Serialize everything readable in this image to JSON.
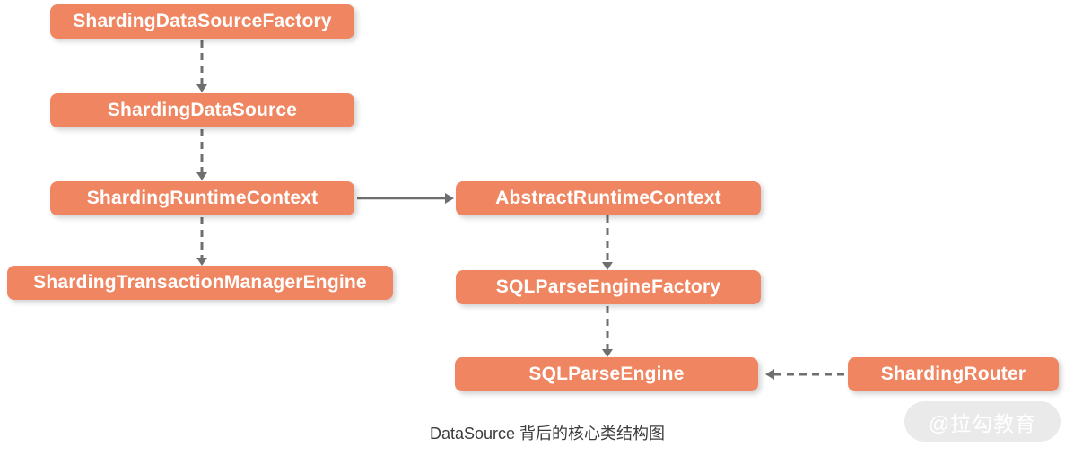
{
  "diagram": {
    "caption": "DataSource 背后的核心类结构图",
    "watermark": "@拉勾教育",
    "colors": {
      "node_fill": "#EF8661",
      "node_text": "#FFFFFF",
      "arrow": "#6F6F6F",
      "caption_text": "#3C3C3C",
      "watermark_bg": "#EAEAEA",
      "watermark_text": "#FFFFFF",
      "background": "#FFFFFF"
    },
    "nodes": [
      {
        "id": "sharding-data-source-factory",
        "label": "ShardingDataSourceFactory"
      },
      {
        "id": "sharding-data-source",
        "label": "ShardingDataSource"
      },
      {
        "id": "sharding-runtime-context",
        "label": "ShardingRuntimeContext"
      },
      {
        "id": "sharding-transaction-manager-engine",
        "label": "ShardingTransactionManagerEngine"
      },
      {
        "id": "abstract-runtime-context",
        "label": "AbstractRuntimeContext"
      },
      {
        "id": "sql-parse-engine-factory",
        "label": "SQLParseEngineFactory"
      },
      {
        "id": "sql-parse-engine",
        "label": "SQLParseEngine"
      },
      {
        "id": "sharding-router",
        "label": "ShardingRouter"
      }
    ],
    "edges": [
      {
        "from": "ShardingDataSourceFactory",
        "to": "ShardingDataSource",
        "style": "dashed",
        "direction": "down"
      },
      {
        "from": "ShardingDataSource",
        "to": "ShardingRuntimeContext",
        "style": "dashed",
        "direction": "down"
      },
      {
        "from": "ShardingRuntimeContext",
        "to": "ShardingTransactionManagerEngine",
        "style": "dashed",
        "direction": "down"
      },
      {
        "from": "ShardingRuntimeContext",
        "to": "AbstractRuntimeContext",
        "style": "solid",
        "direction": "right"
      },
      {
        "from": "AbstractRuntimeContext",
        "to": "SQLParseEngineFactory",
        "style": "dashed",
        "direction": "down"
      },
      {
        "from": "SQLParseEngineFactory",
        "to": "SQLParseEngine",
        "style": "dashed",
        "direction": "down"
      },
      {
        "from": "ShardingRouter",
        "to": "SQLParseEngine",
        "style": "dashed",
        "direction": "left"
      }
    ]
  }
}
